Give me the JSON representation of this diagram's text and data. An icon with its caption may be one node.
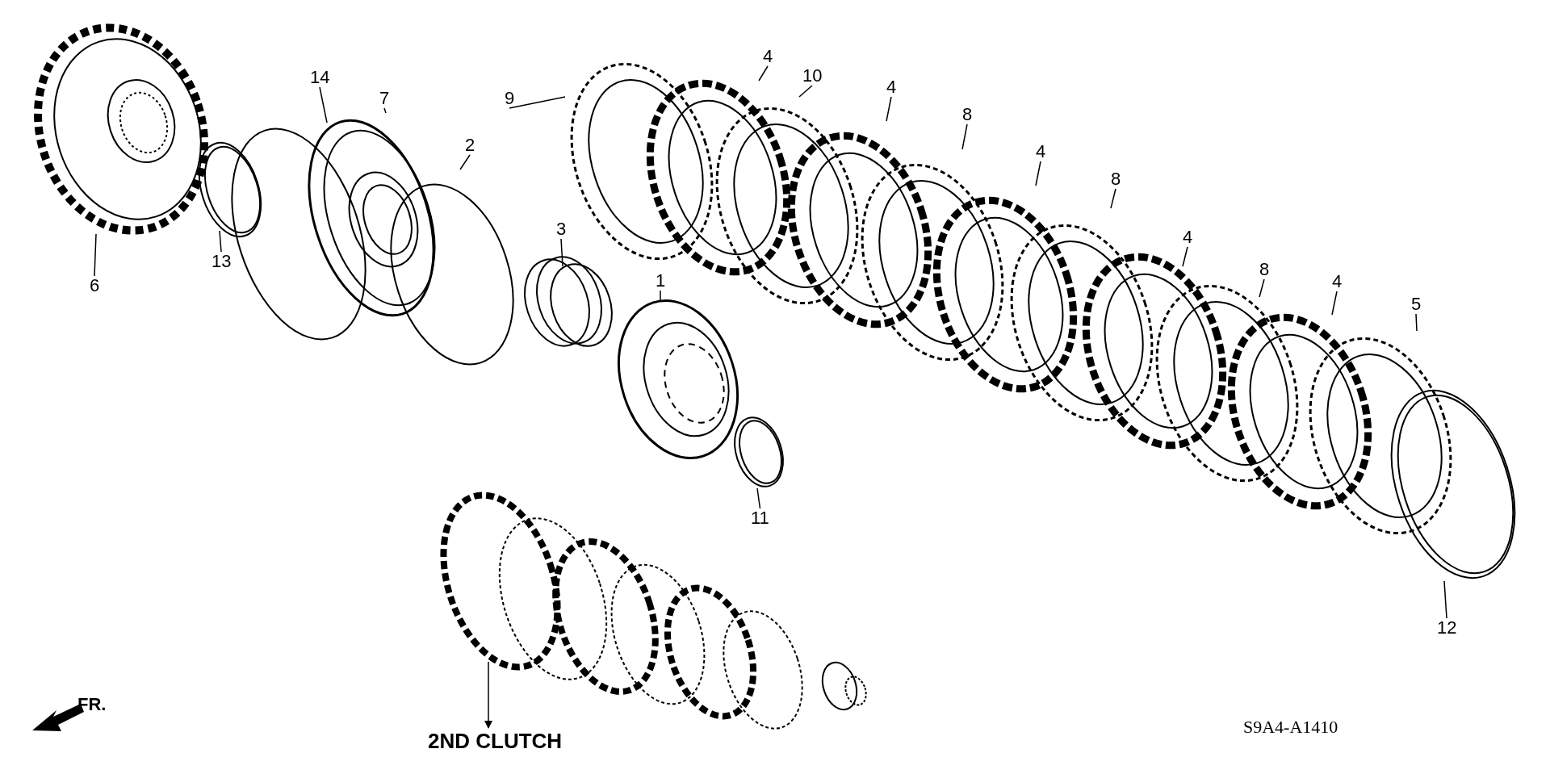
{
  "diagram": {
    "nodes": [
      {
        "text": [
          "14"
        ]
      },
      {
        "text": [
          "7"
        ]
      },
      {
        "text": [
          "9"
        ]
      },
      {
        "text": [
          "4"
        ]
      },
      {
        "text": [
          "10"
        ]
      },
      {
        "text": [
          "4"
        ]
      },
      {
        "text": [
          "2"
        ]
      },
      {
        "text": [
          "8"
        ]
      },
      {
        "text": [
          "4"
        ]
      },
      {
        "text": [
          "8"
        ]
      },
      {
        "text": [
          "3"
        ]
      },
      {
        "text": [
          "1"
        ]
      },
      {
        "text": [
          "4"
        ]
      },
      {
        "text": [
          "8"
        ]
      },
      {
        "text": [
          "13"
        ]
      },
      {
        "text": [
          "6"
        ]
      },
      {
        "text": [
          "4"
        ]
      },
      {
        "text": [
          "5"
        ]
      },
      {
        "text": [
          "11"
        ]
      },
      {
        "text": [
          "12"
        ]
      },
      {
        "text": [
          "2ND CLUTCH"
        ]
      }
    ],
    "edges": [
      {
        "from": 0,
        "to": null,
        "arrow": "none"
      },
      {
        "from": 1,
        "to": null,
        "arrow": "none"
      },
      {
        "from": 2,
        "to": null,
        "arrow": "none"
      },
      {
        "from": 3,
        "to": null,
        "arrow": "none"
      },
      {
        "from": 4,
        "to": null,
        "arrow": "none"
      },
      {
        "from": 5,
        "to": null,
        "arrow": "none"
      },
      {
        "from": 6,
        "to": null,
        "arrow": "none"
      },
      {
        "from": 7,
        "to": null,
        "arrow": "none"
      },
      {
        "from": 8,
        "to": null,
        "arrow": "none"
      },
      {
        "from": 9,
        "to": null,
        "arrow": "none"
      },
      {
        "from": 10,
        "to": null,
        "arrow": "none"
      },
      {
        "from": 11,
        "to": null,
        "arrow": "none"
      },
      {
        "from": 12,
        "to": null,
        "arrow": "none"
      },
      {
        "from": 13,
        "to": null,
        "arrow": "none"
      },
      {
        "from": 14,
        "to": null,
        "arrow": "none"
      },
      {
        "from": 15,
        "to": null,
        "arrow": "none"
      },
      {
        "from": 16,
        "to": null,
        "arrow": "none"
      },
      {
        "from": 17,
        "to": null,
        "arrow": "none"
      },
      {
        "from": 18,
        "to": null,
        "arrow": "none"
      },
      {
        "from": 19,
        "to": null,
        "arrow": "none"
      },
      {
        "from": null,
        "to": 20,
        "arrow": "to"
      }
    ],
    "labels": [
      "FR.",
      "S9A4-A1410"
    ]
  }
}
